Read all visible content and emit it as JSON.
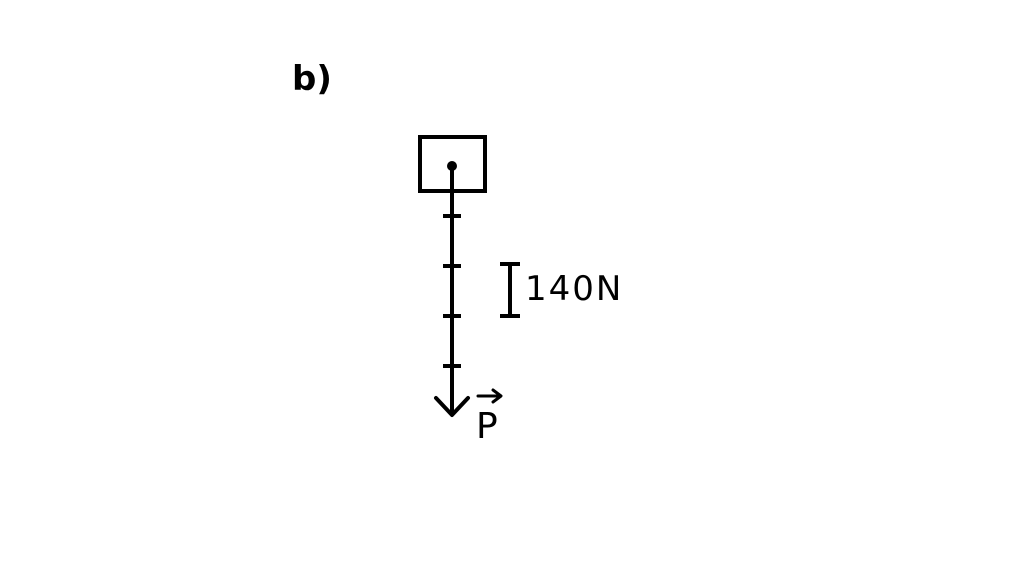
{
  "part_label": "b)",
  "scale_label": "140N",
  "vector_label": "P",
  "scale_segments": 5,
  "colors": {
    "ink": "#000000",
    "background": "#ffffff"
  }
}
